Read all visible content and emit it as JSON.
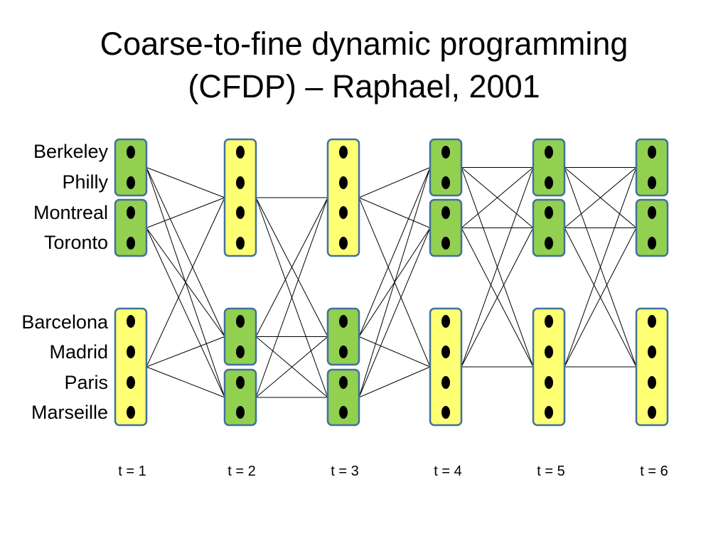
{
  "title": {
    "line1": "Coarse-to-fine dynamic programming",
    "line2": "(CFDP) – Raphael, 2001"
  },
  "cities": [
    "Berkeley",
    "Philly",
    "Montreal",
    "Toronto",
    "Barcelona",
    "Madrid",
    "Paris",
    "Marseille"
  ],
  "time_labels": [
    "t = 1",
    "t = 2",
    "t = 3",
    "t = 4",
    "t = 5",
    "t = 6"
  ],
  "colors": {
    "coarse_state": "#ffff73",
    "fine_state": "#92d050",
    "state_border": "#41719c",
    "dot": "#000000",
    "edge": "#000000"
  },
  "columns": [
    {
      "t": 1,
      "groups": [
        {
          "start": 0,
          "size": 2,
          "fill": "fine"
        },
        {
          "start": 2,
          "size": 2,
          "fill": "fine"
        },
        {
          "start": 4,
          "size": 4,
          "fill": "coarse"
        }
      ]
    },
    {
      "t": 2,
      "groups": [
        {
          "start": 0,
          "size": 4,
          "fill": "coarse"
        },
        {
          "start": 4,
          "size": 2,
          "fill": "fine"
        },
        {
          "start": 6,
          "size": 2,
          "fill": "fine"
        }
      ]
    },
    {
      "t": 3,
      "groups": [
        {
          "start": 0,
          "size": 4,
          "fill": "coarse"
        },
        {
          "start": 4,
          "size": 2,
          "fill": "fine"
        },
        {
          "start": 6,
          "size": 2,
          "fill": "fine"
        }
      ]
    },
    {
      "t": 4,
      "groups": [
        {
          "start": 0,
          "size": 2,
          "fill": "fine"
        },
        {
          "start": 2,
          "size": 2,
          "fill": "fine"
        },
        {
          "start": 4,
          "size": 4,
          "fill": "coarse"
        }
      ]
    },
    {
      "t": 5,
      "groups": [
        {
          "start": 0,
          "size": 2,
          "fill": "fine"
        },
        {
          "start": 2,
          "size": 2,
          "fill": "fine"
        },
        {
          "start": 4,
          "size": 4,
          "fill": "coarse"
        }
      ]
    },
    {
      "t": 6,
      "groups": [
        {
          "start": 0,
          "size": 2,
          "fill": "fine"
        },
        {
          "start": 2,
          "size": 2,
          "fill": "fine"
        },
        {
          "start": 4,
          "size": 4,
          "fill": "coarse"
        }
      ]
    }
  ],
  "connectivity": "every state box is connected to every state box in the next time step"
}
